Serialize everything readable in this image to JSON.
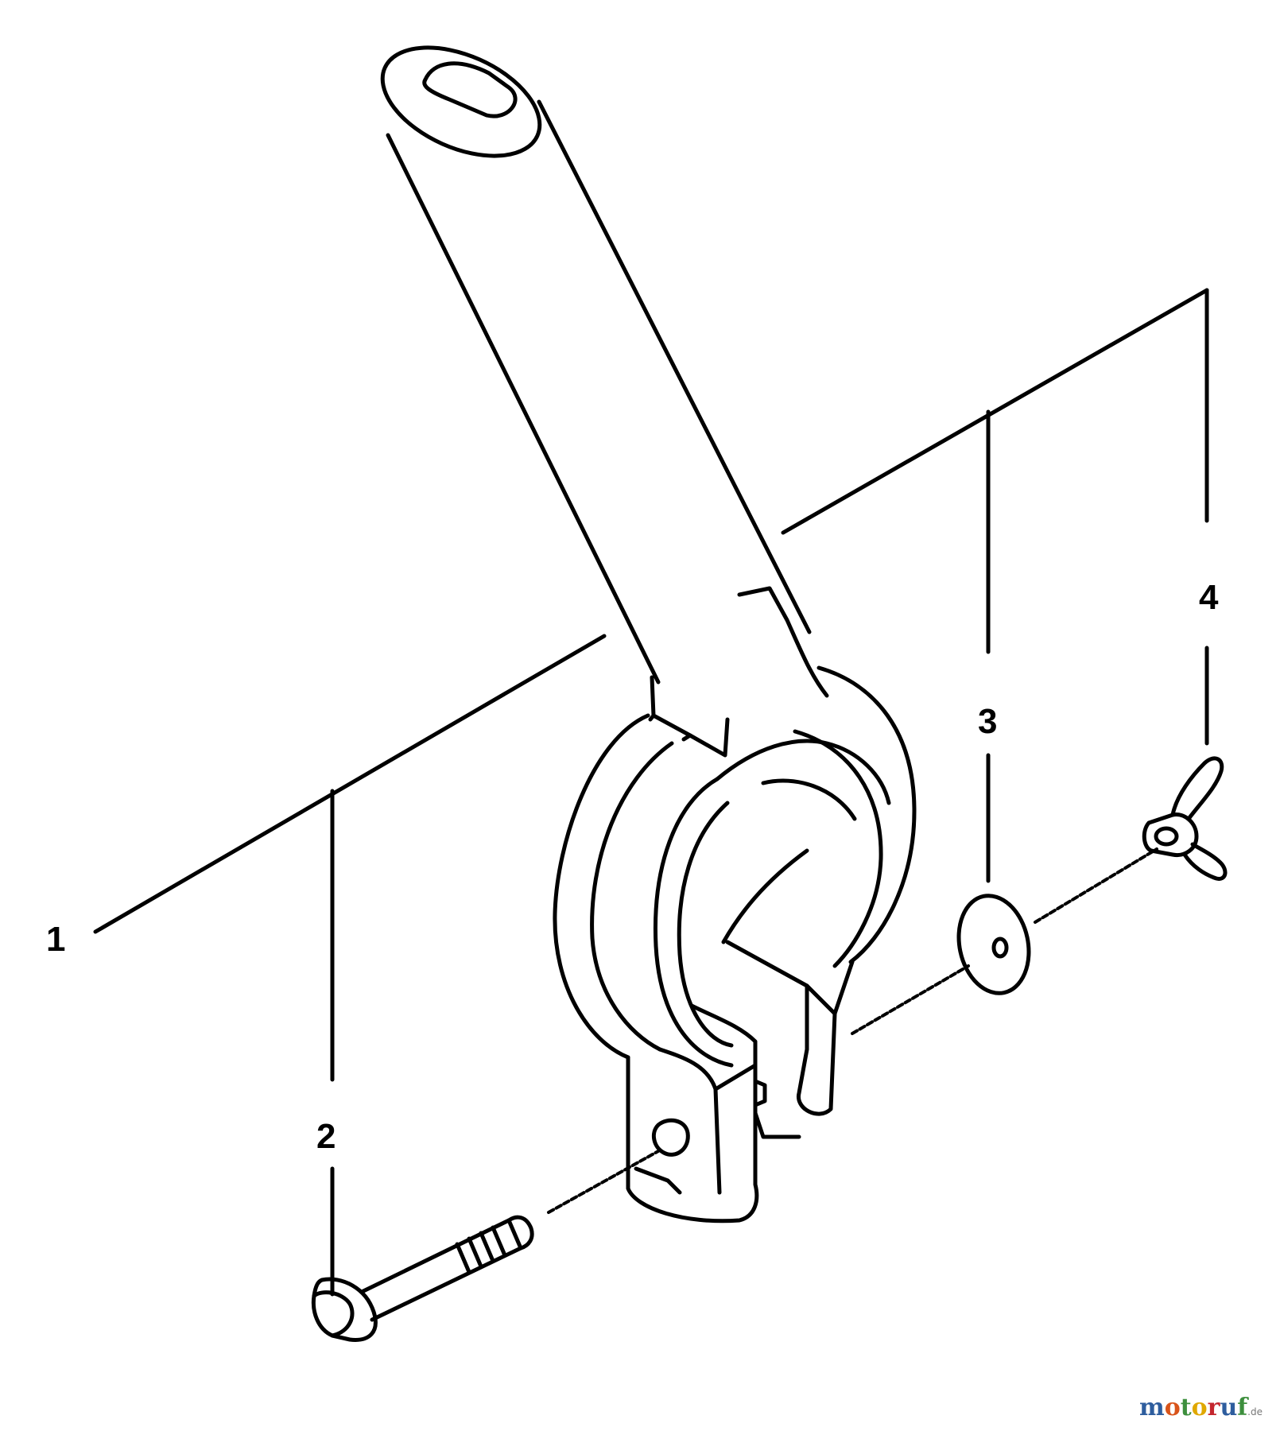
{
  "diagram": {
    "callouts": [
      {
        "label": "1"
      },
      {
        "label": "2"
      },
      {
        "label": "3"
      },
      {
        "label": "4"
      }
    ]
  },
  "watermark": {
    "text": "motoruf",
    "tld": ".de",
    "letter_colors": [
      "#2e5d9e",
      "#d9541a",
      "#3d8f3d",
      "#e0a800",
      "#c4262e",
      "#2e5d9e",
      "#3d8f3d"
    ]
  }
}
